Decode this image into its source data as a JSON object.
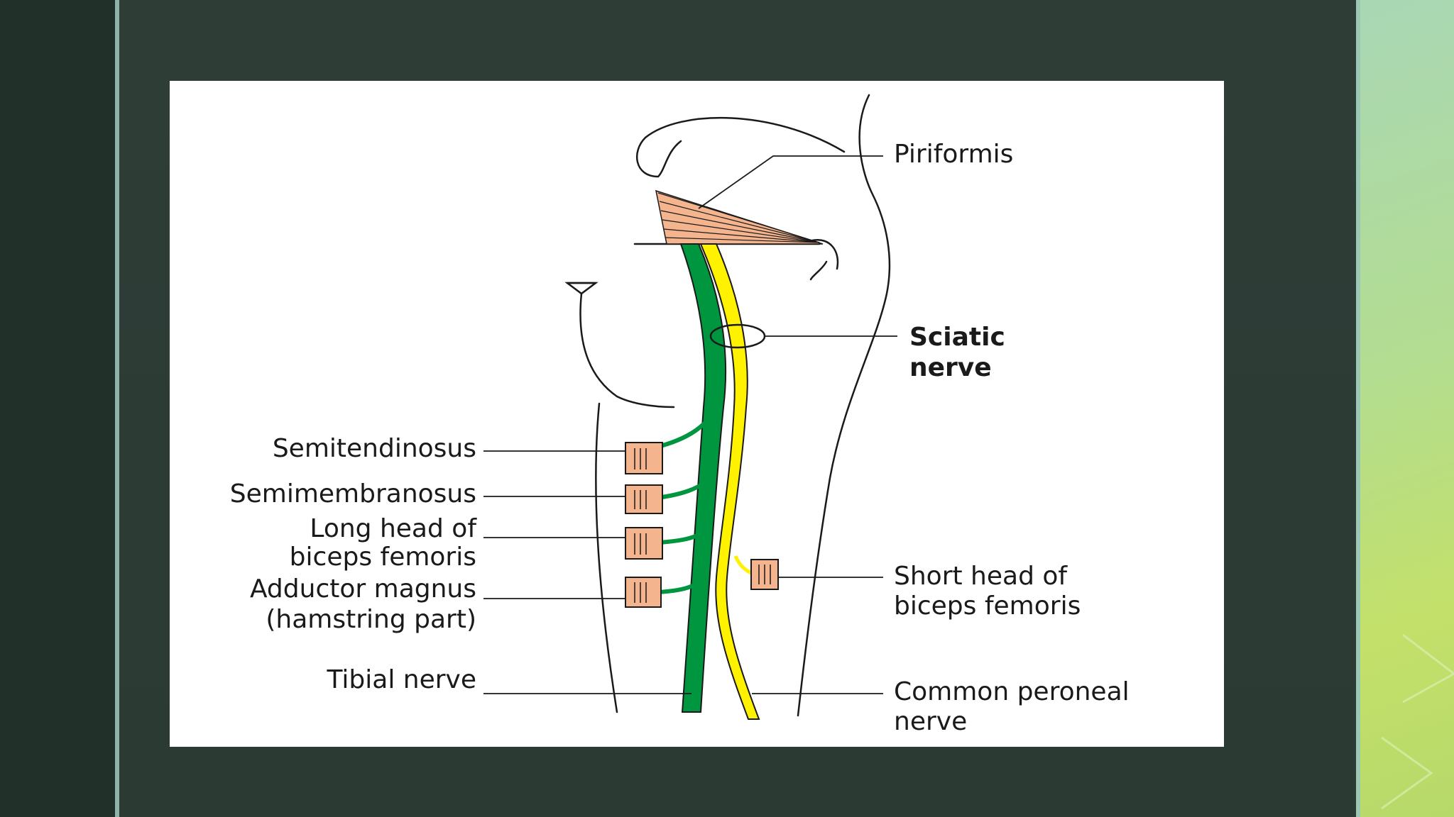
{
  "diagram": {
    "labels": {
      "piriformis": "Piriformis",
      "sciatic_line1": "Sciatic",
      "sciatic_line2": "nerve",
      "semitendinosus": "Semitendinosus",
      "semimembranosus": "Semimembranosus",
      "long_head_line1": "Long head of",
      "long_head_line2": "biceps femoris",
      "adductor_line1": "Adductor magnus",
      "adductor_line2": "(hamstring part)",
      "tibial": "Tibial nerve",
      "short_head_line1": "Short head of",
      "short_head_line2": "biceps femoris",
      "common_peroneal_line1": "Common peroneal",
      "common_peroneal_line2": "nerve"
    },
    "colors": {
      "tibial_nerve": "#00963f",
      "common_peroneal_nerve": "#fff200",
      "muscle": "#f4b48e",
      "outline": "#1a1a1a"
    }
  }
}
